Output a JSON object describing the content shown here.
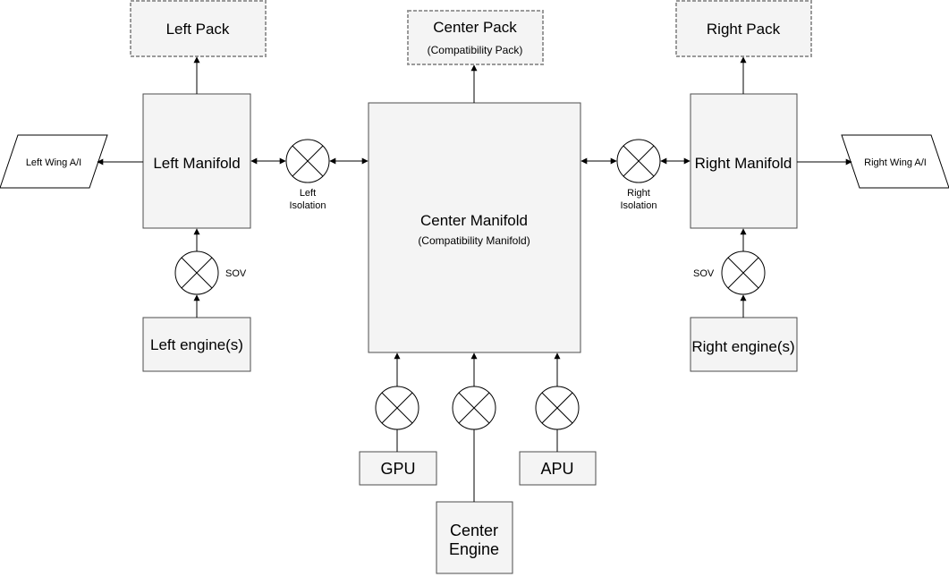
{
  "packs": {
    "left": "Left Pack",
    "center": "Center Pack",
    "center_sub": "(Compatibility Pack)",
    "right": "Right Pack"
  },
  "manifolds": {
    "left": "Left Manifold",
    "center": "Center Manifold",
    "center_sub": "(Compatibility Manifold)",
    "right": "Right Manifold"
  },
  "outputs": {
    "left_wing": "Left Wing A/I",
    "right_wing": "Right Wing A/I"
  },
  "valves": {
    "left_isolation_line1": "Left",
    "left_isolation_line2": "Isolation",
    "right_isolation_line1": "Right",
    "right_isolation_line2": "Isolation",
    "left_sov": "SOV",
    "right_sov": "SOV"
  },
  "sources": {
    "left_engine": "Left engine(s)",
    "right_engine": "Right engine(s)",
    "gpu": "GPU",
    "apu": "APU",
    "center_engine_line1": "Center",
    "center_engine_line2": "Engine"
  }
}
